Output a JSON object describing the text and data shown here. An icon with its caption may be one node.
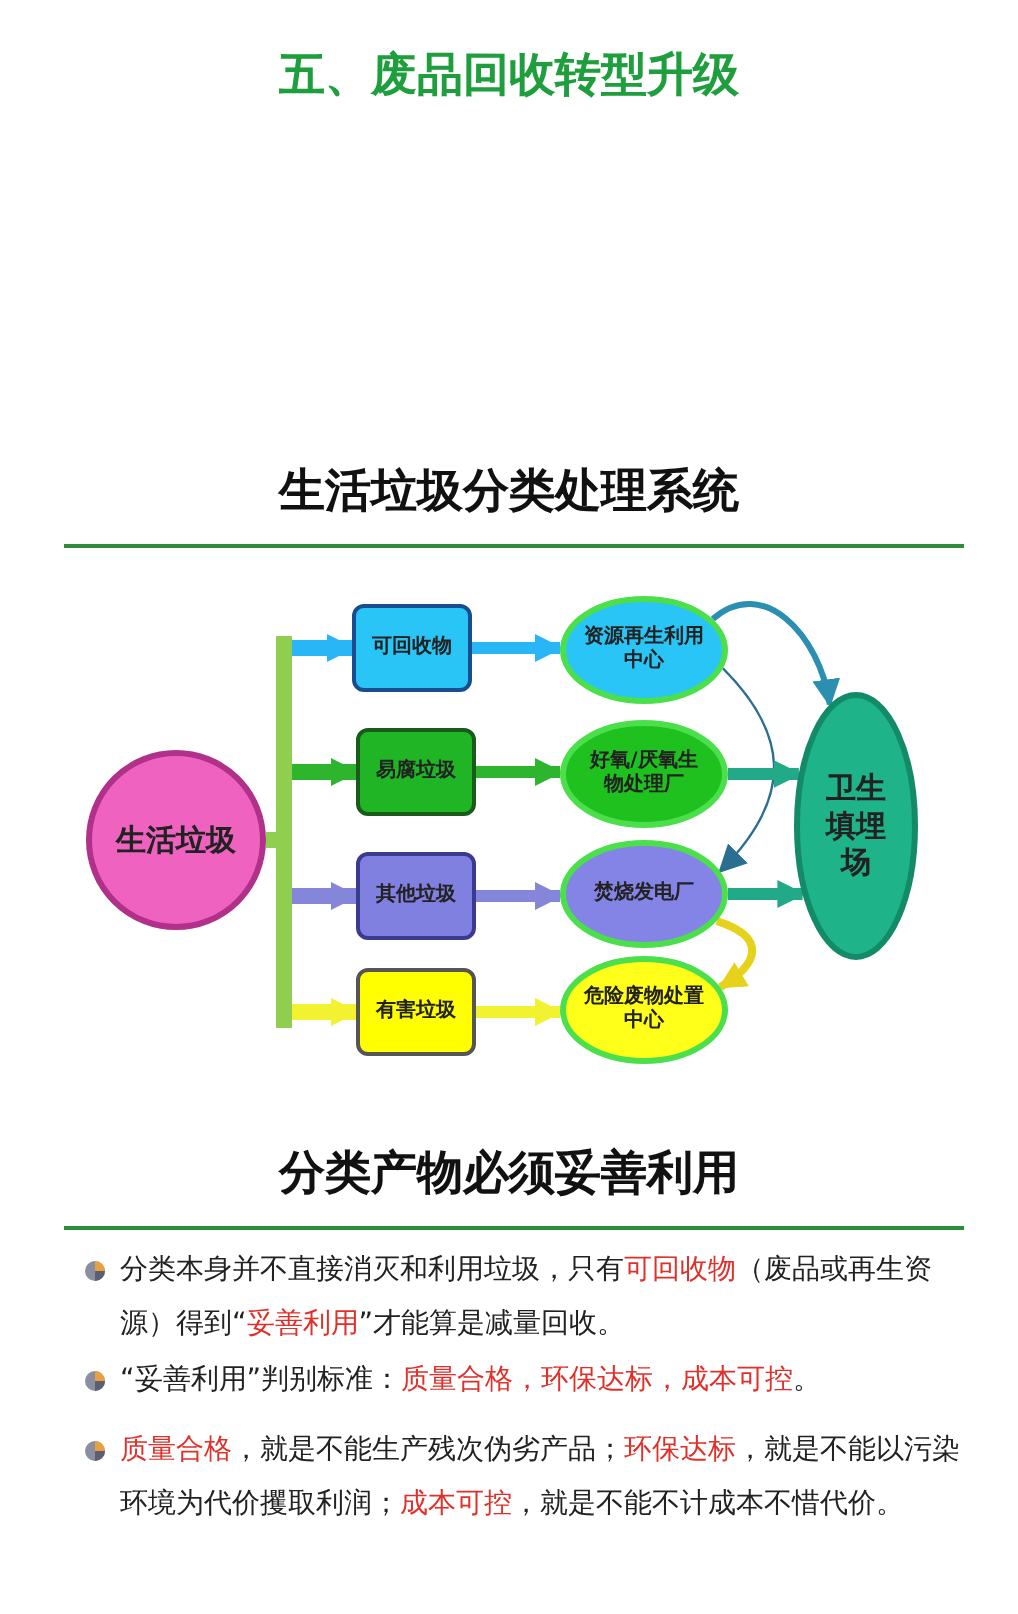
{
  "diagram": {
    "title": "五、废品回收转型升级",
    "nodes": [
      {
        "text": [
          "生活垃圾"
        ]
      },
      {
        "text": [
          "可回收物"
        ]
      },
      {
        "text": [
          "易腐垃圾"
        ]
      },
      {
        "text": [
          "其他垃圾"
        ]
      },
      {
        "text": [
          "有害垃圾"
        ]
      },
      {
        "text": [
          "资源再生利用中心"
        ]
      },
      {
        "text": [
          "好氧/厌氧生物处理厂"
        ]
      },
      {
        "text": [
          "焚烧发电厂"
        ]
      },
      {
        "text": [
          "危险废物处置中心"
        ]
      },
      {
        "text": [
          "卫生填埋场"
        ]
      },
      {
        "text": [],
        "shape": "bar"
      }
    ],
    "edges": [
      {
        "from": 0,
        "to": 10,
        "arrow": "none",
        "color": "#8fce4f"
      },
      {
        "from": 10,
        "to": 1,
        "arrow": "to",
        "color": "#29b6f6"
      },
      {
        "from": 10,
        "to": 2,
        "arrow": "to",
        "color": "#2db52d"
      },
      {
        "from": 10,
        "to": 3,
        "arrow": "to",
        "color": "#8585d9"
      },
      {
        "from": 10,
        "to": 4,
        "arrow": "to",
        "color": "#f2f230"
      },
      {
        "from": 1,
        "to": 5,
        "arrow": "to",
        "color": "#29b6f6"
      },
      {
        "from": 2,
        "to": 6,
        "arrow": "to",
        "color": "#2db52d"
      },
      {
        "from": 3,
        "to": 7,
        "arrow": "to",
        "color": "#8585d9"
      },
      {
        "from": 4,
        "to": 8,
        "arrow": "to",
        "color": "#f2f230"
      },
      {
        "from": 5,
        "to": 9,
        "arrow": "to",
        "color": "#2a8fb0"
      },
      {
        "from": 5,
        "to": 7,
        "arrow": "to",
        "color": "#2a6f90"
      },
      {
        "from": 6,
        "to": 9,
        "arrow": "to",
        "color": "#22aa88"
      },
      {
        "from": 7,
        "to": 9,
        "arrow": "to",
        "color": "#22aa88"
      },
      {
        "from": 7,
        "to": 8,
        "arrow": "to",
        "color": "#e6d21a"
      }
    ],
    "labels": [
      "生活垃圾分类处理系统",
      "分类产物必须妥善利用",
      "分类本身并不直接消灭和利用垃圾，只有**可回收物**（废品或再生资源）得到“**妥善利用**”才能算是减量回收。",
      "“妥善利用”判别标准：**质量合格，环保达标，成本可控**。",
      "**质量合格**，就是不能生产残次伪劣产品；**环保达标**，就是不能以污染环境为代价攫取利润；**成本可控**，就是不能不计成本不惜代价。"
    ]
  }
}
